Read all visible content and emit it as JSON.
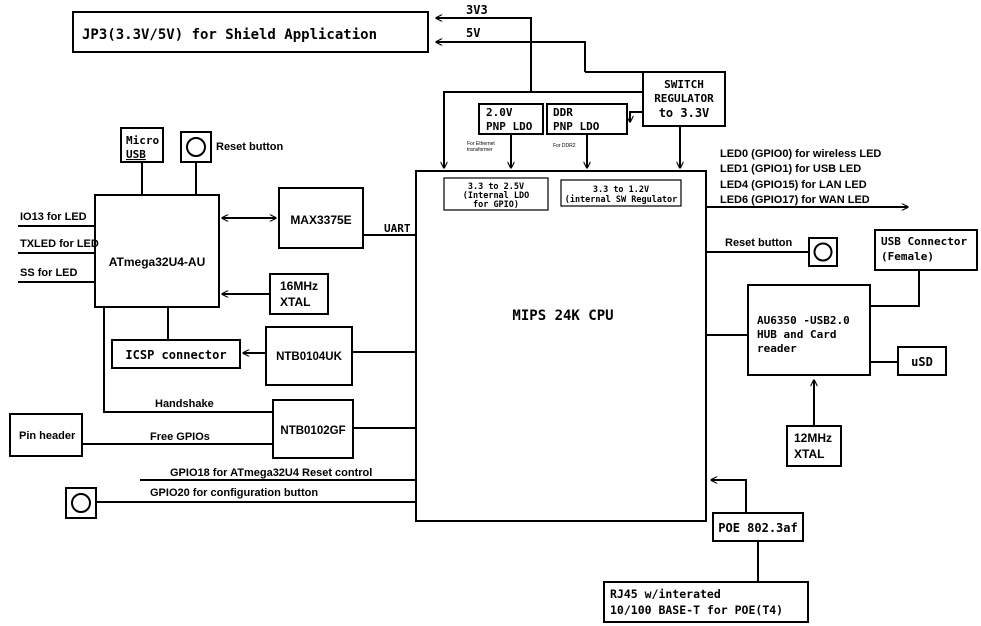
{
  "blocks": {
    "jp3": "JP3(3.3V/5V) for Shield Application",
    "v33_label": "3V3",
    "v5_label": "5V",
    "switch_reg": [
      "SWITCH",
      "REGULATOR",
      "to 3.3V"
    ],
    "pnp_20": [
      "2.0V",
      "PNP LDO"
    ],
    "pnp_ddr": [
      "DDR",
      "PNP LDO"
    ],
    "eth_note": [
      "For Ethernet",
      "transformer"
    ],
    "ddr_note": "For DDR2",
    "ldo_internal": [
      "3.3 to 2.5V",
      "(Internal LDO",
      "for GPIO)"
    ],
    "sw_internal": [
      "3.3 to 1.2V",
      "(internal SW Regulator"
    ],
    "micro_usb": [
      "Micro",
      "USB"
    ],
    "reset_button_mcu": "Reset button",
    "atmega": "ATmega32U4-AU",
    "io13": "IO13 for LED",
    "txled": "TXLED for LED",
    "ss": "SS for LED",
    "max3375": "MAX3375E",
    "uart": "UART",
    "xtal16": [
      "16MHz",
      "XTAL"
    ],
    "icsp": "ICSP connector",
    "ntb0104": "NTB0104UK",
    "handshake": "Handshake",
    "pin_header": "Pin header",
    "free_gpio": "Free GPIOs",
    "ntb0102": "NTB0102GF",
    "gpio18": "GPIO18 for ATmega32U4 Reset control",
    "gpio20": "GPIO20 for configuration button",
    "cpu": "MIPS 24K CPU",
    "led0": "LED0 (GPIO0) for wireless LED",
    "led1": "LED1 (GPIO1) for USB LED",
    "led4": "LED4 (GPIO15) for LAN LED",
    "led6": "LED6 (GPIO17) for WAN LED",
    "reset_button_cpu": "Reset button",
    "usb_connector": [
      "USB Connector",
      "(Female)"
    ],
    "au6350": [
      "AU6350 -USB2.0",
      "HUB and Card",
      "reader"
    ],
    "usd": "uSD",
    "xtal12": [
      "12MHz",
      "XTAL"
    ],
    "poe": "POE 802.3af",
    "rj45": [
      "RJ45 w/interated",
      "10/100 BASE-T for POE(T4)"
    ]
  }
}
